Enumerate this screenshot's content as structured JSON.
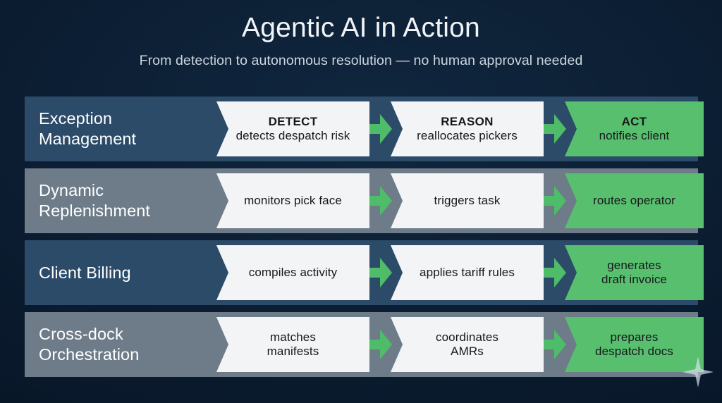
{
  "header": {
    "title": "Agentic AI in Action",
    "subtitle": "From detection to autonomous resolution — no human approval needed"
  },
  "rows": [
    {
      "label": "Exception\nManagement",
      "theme": "dark",
      "steps": [
        {
          "stage": "DETECT",
          "text": "detects despatch risk",
          "variant": "white"
        },
        {
          "stage": "REASON",
          "text": "reallocates pickers",
          "variant": "white"
        },
        {
          "stage": "ACT",
          "text": "notifies client",
          "variant": "green"
        }
      ]
    },
    {
      "label": "Dynamic\nReplenishment",
      "theme": "light",
      "steps": [
        {
          "stage": "",
          "text": "monitors pick face",
          "variant": "white"
        },
        {
          "stage": "",
          "text": "triggers task",
          "variant": "white"
        },
        {
          "stage": "",
          "text": "routes operator",
          "variant": "green"
        }
      ]
    },
    {
      "label": "Client Billing",
      "theme": "dark",
      "steps": [
        {
          "stage": "",
          "text": "compiles activity",
          "variant": "white"
        },
        {
          "stage": "",
          "text": "applies tariff rules",
          "variant": "white"
        },
        {
          "stage": "",
          "text": "generates\ndraft invoice",
          "variant": "green"
        }
      ]
    },
    {
      "label": "Cross-dock\nOrchestration",
      "theme": "light",
      "steps": [
        {
          "stage": "",
          "text": "matches\nmanifests",
          "variant": "white"
        },
        {
          "stage": "",
          "text": "coordinates\nAMRs",
          "variant": "white"
        },
        {
          "stage": "",
          "text": "prepares\ndespatch docs",
          "variant": "green"
        }
      ]
    }
  ],
  "decoration": {
    "sparkle": "sparkle-icon"
  },
  "colors": {
    "background": "#0b1c30",
    "row_dark": "#2c4b68",
    "row_light": "#6e7c8a",
    "card_white": "#f2f4f6",
    "card_green": "#58bf6f",
    "arrow_green": "#4ebc68",
    "title_text": "#f2f5f8"
  }
}
